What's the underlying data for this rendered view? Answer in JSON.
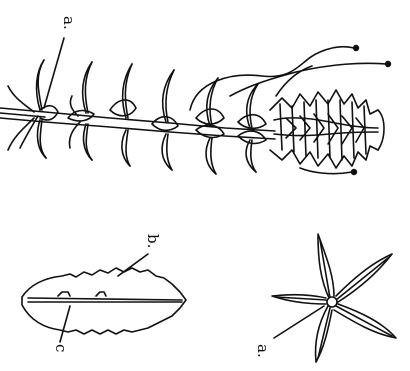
{
  "figure": {
    "labels": {
      "whorl_top": "a.",
      "leaf_margin": "b.",
      "leaf_midrib": "c",
      "whorl_bottom": "a."
    },
    "stroke_color": "#111111",
    "background_color": "#ffffff"
  }
}
